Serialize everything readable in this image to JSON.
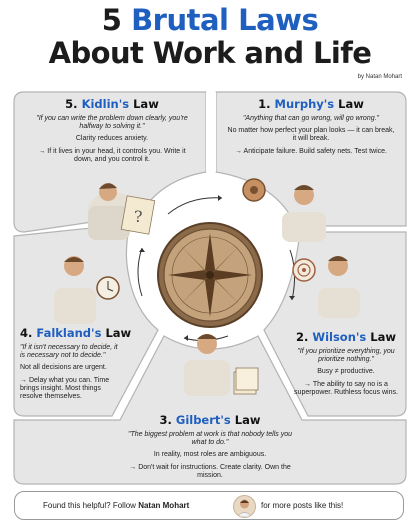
{
  "header": {
    "title_number": "5",
    "title_accent": "Brutal Laws",
    "title_line2": "About Work and Life",
    "byline": "by Natan Mohart"
  },
  "laws": {
    "kidlin": {
      "number": "5.",
      "name": "Kidlin's",
      "suffix": "Law",
      "quote": "\"If you can write the problem down clearly, you're halfway to solving it.\"",
      "line1": "Clarity reduces anxiety.",
      "line2": "→ If it lives in your head, it controls you. Write it down, and you control it."
    },
    "murphy": {
      "number": "1.",
      "name": "Murphy's",
      "suffix": "Law",
      "quote": "\"Anything that can go wrong, will go wrong.\"",
      "line1": "No matter how perfect your plan looks — it can break, it will break.",
      "line2": "→ Anticipate failure. Build safety nets. Test twice."
    },
    "falkland": {
      "number": "4.",
      "name": "Falkland's",
      "suffix": "Law",
      "quote": "\"If it isn't necessary to decide, it is necessary not to decide.\"",
      "line1": "Not all decisions are urgent.",
      "line2": "→ Delay what you can. Time brings insight. Most things resolve themselves."
    },
    "wilson": {
      "number": "2.",
      "name": "Wilson's",
      "suffix": "Law",
      "quote": "\"If you prioritize everything, you prioritize nothing.\"",
      "line1": "Busy ≠ productive.",
      "line2": "→ The ability to say no is a superpower. Ruthless focus wins."
    },
    "gilbert": {
      "number": "3.",
      "name": "Gilbert's",
      "suffix": "Law",
      "quote": "\"The biggest problem at work is that nobody tells you what to do.\"",
      "line1": "In reality, most roles are ambiguous.",
      "line2": "→ Don't wait for instructions. Create clarity. Own the mission."
    }
  },
  "footer": {
    "prefix": "Found this helpful? Follow",
    "author": "Natan Mohart",
    "suffix": "for more posts like this!"
  },
  "colors": {
    "accent": "#1f5fbf",
    "panel_fill": "#e6e6e6",
    "panel_stroke": "#b3b3b3"
  }
}
